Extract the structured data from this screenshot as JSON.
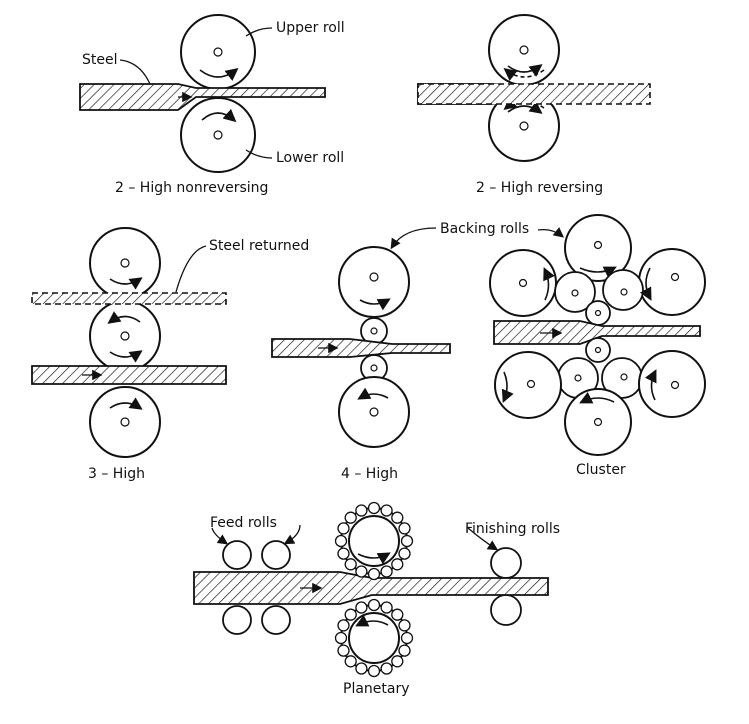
{
  "labels": {
    "steel": "Steel",
    "upper_roll": "Upper roll",
    "lower_roll": "Lower roll",
    "steel_returned": "Steel returned",
    "backing_rolls": "Backing rolls",
    "feed_rolls": "Feed rolls",
    "finishing_rolls": "Finishing rolls"
  },
  "captions": {
    "two_high_nonreversing": "2 – High nonreversing",
    "two_high_reversing": "2 – High reversing",
    "three_high": "3 – High",
    "four_high": "4 – High",
    "cluster": "Cluster",
    "planetary": "Planetary"
  }
}
